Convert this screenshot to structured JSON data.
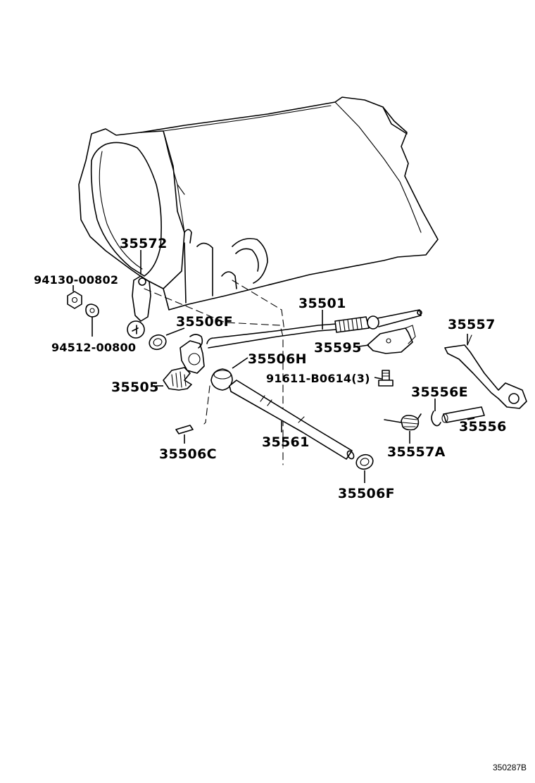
{
  "labels": {
    "p35572": "35572",
    "p94130": "94130-00802",
    "p94512": "94512-00800",
    "p35506F_top": "35506F",
    "p35505": "35505",
    "p35506H": "35506H",
    "p35506C": "35506C",
    "p35561": "35561",
    "p35506F_bottom": "35506F",
    "p35501": "35501",
    "p35595": "35595",
    "p91611": "91611-B0614(3)",
    "p35557": "35557",
    "p35556E": "35556E",
    "p35556": "35556",
    "p35557A": "35557A"
  },
  "figure_ref": "350287B"
}
